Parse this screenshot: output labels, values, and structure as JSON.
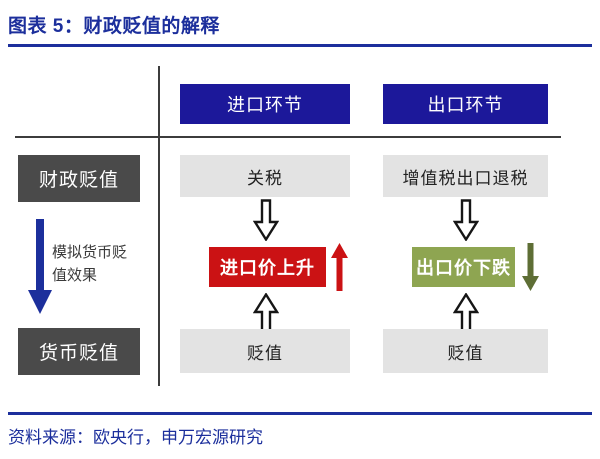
{
  "header": {
    "title": "图表 5：财政贬值的解释"
  },
  "diagram": {
    "column_headers": {
      "import": "进口环节",
      "export": "出口环节"
    },
    "row_labels": {
      "fiscal": "财政贬值",
      "currency": "货币贬值"
    },
    "left_note": "模拟货币贬值效果",
    "import_flow": {
      "cause": "关税",
      "result": "进口价上升",
      "base": "贬值"
    },
    "export_flow": {
      "cause": "增值税出口退税",
      "result": "出口价下跌",
      "base": "贬值"
    }
  },
  "footer": {
    "source": "资料来源：欧央行，申万宏源研究"
  },
  "colors": {
    "accent_blue": "#1c2f9c",
    "header_navy": "#1c189a",
    "dark_gray": "#4a4a4a",
    "light_gray": "#e3e3e3",
    "result_red": "#cb1214",
    "result_green": "#8ea551",
    "arrow_olive": "#5e6e35",
    "line_dark": "#3c3c3c"
  }
}
